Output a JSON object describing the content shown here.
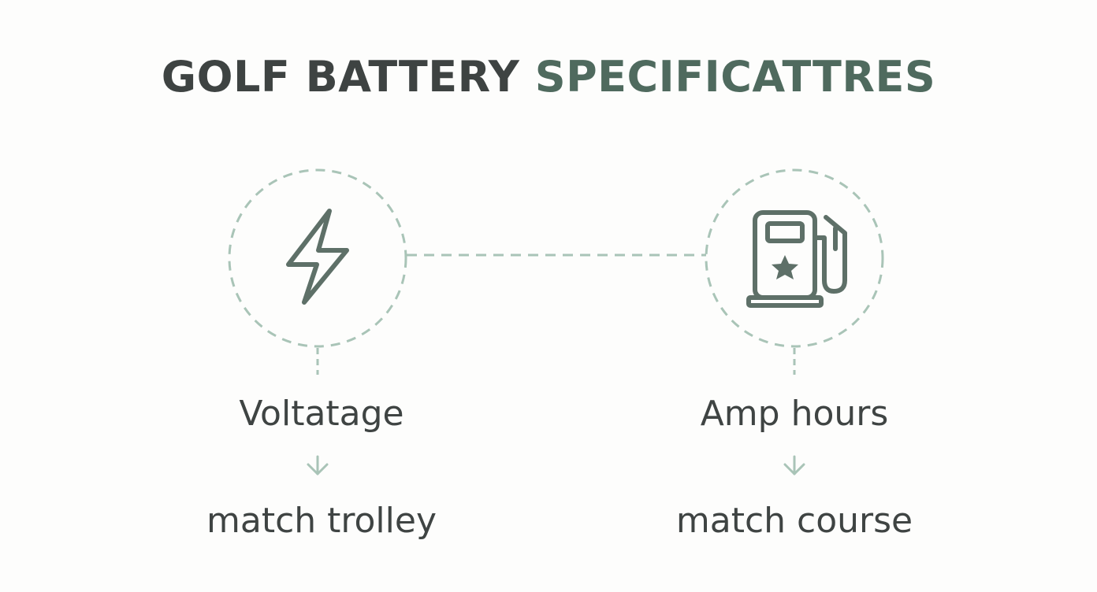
{
  "title": {
    "part1": "GOLF BATTERY",
    "part2": "SPECIFICATTRES"
  },
  "features": [
    {
      "label": "Voltatage",
      "note": "match trolley",
      "icon": "lightning-bolt-icon"
    },
    {
      "label": "Amp hours",
      "note": "match course",
      "icon": "fuel-pump-icon"
    }
  ],
  "colors": {
    "dashed": "#a9c4b7",
    "icon": "#5e7068",
    "text": "#3f4443",
    "title_dark": "#3e4342",
    "title_green": "#4f6a5e"
  }
}
